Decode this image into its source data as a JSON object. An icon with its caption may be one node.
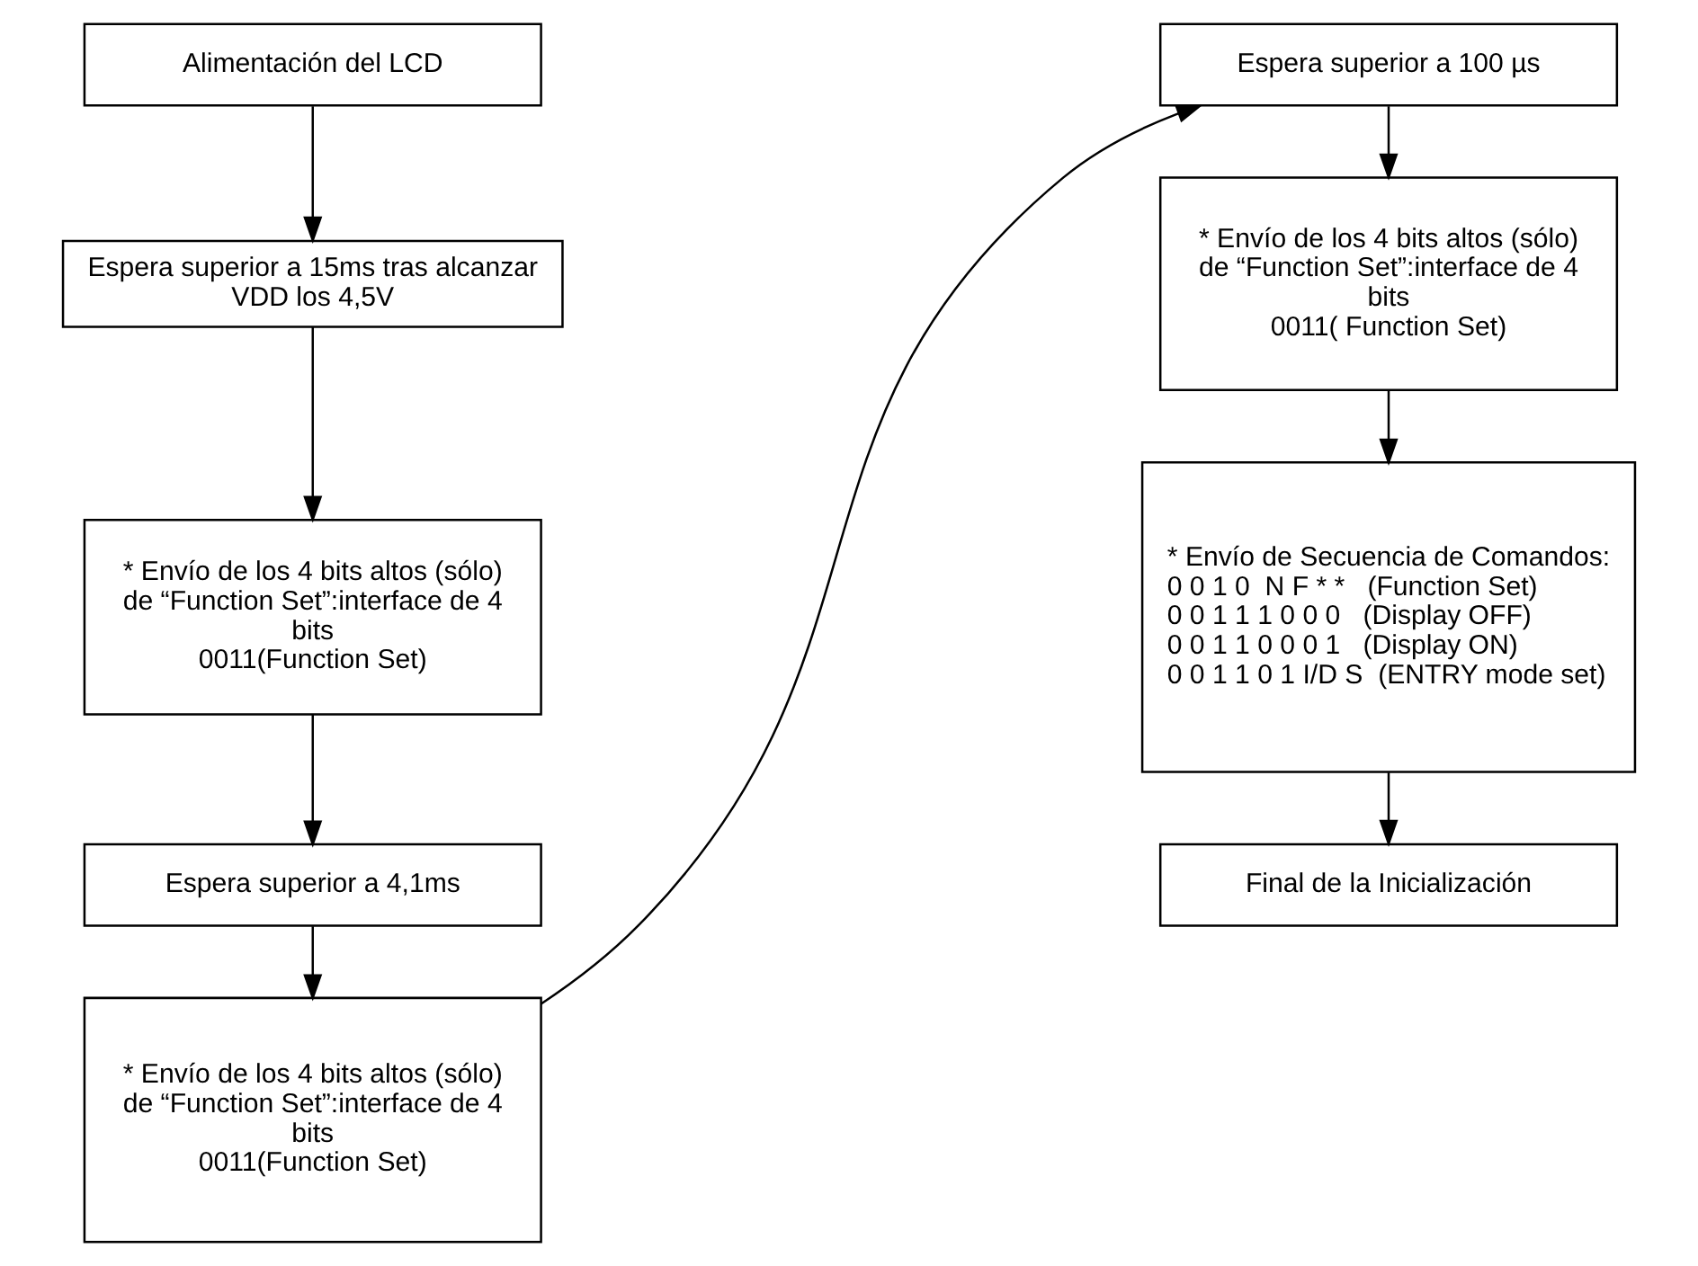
{
  "diagram": {
    "nodes": [
      {
        "text": [
          "Alimentación del LCD"
        ]
      },
      {
        "text": [
          "Espera superior a 15ms tras alcanzar VDD los 4,5V"
        ]
      },
      {
        "text": [
          "* Envío de los 4 bits altos (sólo) de “Function Set”:interface de 4 bits",
          "0011(Function Set)"
        ]
      },
      {
        "text": [
          "Espera superior a 4,1ms"
        ]
      },
      {
        "text": [
          "* Envío de los 4 bits altos (sólo) de “Function Set”:interface de 4 bits",
          "0011(Function Set)"
        ]
      },
      {
        "text": [
          "Espera superior a 100 µs"
        ]
      },
      {
        "text": [
          "* Envío de los 4 bits altos (sólo) de “Function Set”:interface de 4 bits",
          "0011( Function Set)"
        ]
      },
      {
        "text": [
          "* Envío de Secuencia de Comandos:",
          "0 0 1 0  N F * *   (Function Set)",
          "0 0 1 1 1 0 0 0   (Display OFF)",
          "0 0 1 1 0 0 0 1   (Display ON)",
          "0 0 1 1 0 1 I/D S  (ENTRY mode set)"
        ]
      },
      {
        "text": [
          "Final de la Inicialización"
        ]
      }
    ],
    "edges": [
      {
        "from": 0,
        "to": 1,
        "arrow": "to"
      },
      {
        "from": 1,
        "to": 2,
        "arrow": "to"
      },
      {
        "from": 2,
        "to": 3,
        "arrow": "to"
      },
      {
        "from": 3,
        "to": 4,
        "arrow": "to"
      },
      {
        "from": 4,
        "to": 5,
        "arrow": "to"
      },
      {
        "from": 5,
        "to": 6,
        "arrow": "to"
      },
      {
        "from": 6,
        "to": 7,
        "arrow": "to"
      },
      {
        "from": 7,
        "to": 8,
        "arrow": "to"
      }
    ]
  }
}
